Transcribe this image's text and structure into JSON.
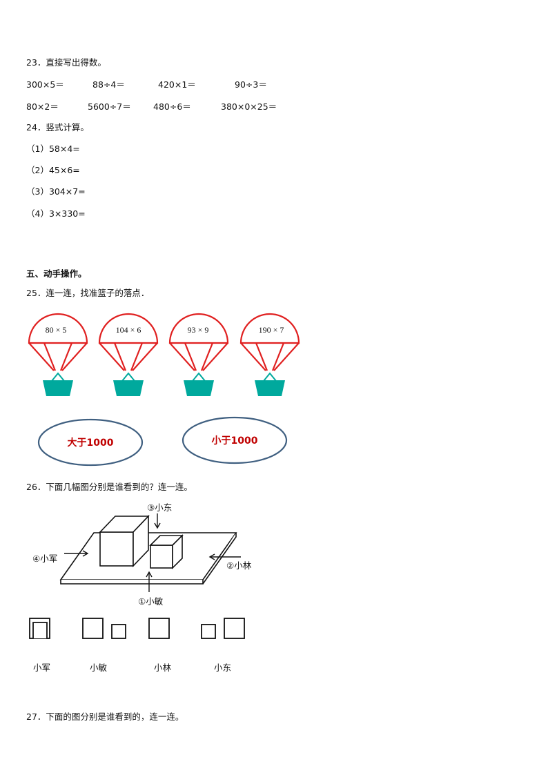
{
  "q23": {
    "title": "23．直接写出得数。",
    "row1": [
      "300×5＝",
      "88÷4＝",
      "420×1＝",
      "90÷3＝"
    ],
    "row2": [
      "80×2＝",
      "5600÷7＝",
      "480÷6＝",
      "380×0×25＝"
    ]
  },
  "q24": {
    "title": "24．竖式计算。",
    "items": [
      "（1）58×4=",
      "（2）45×6=",
      "（3）304×7=",
      "（4）3×330="
    ]
  },
  "section5": {
    "title": "五、动手操作。"
  },
  "q25": {
    "title": "25．连一连，找准篮子的落点．",
    "parachutes": [
      "80 × 5",
      "104 × 6",
      "93 × 9",
      "190 × 7"
    ],
    "ovals": [
      "大于1000",
      "小于1000"
    ],
    "colors": {
      "canopy": "#e02020",
      "basket": "#00a99d",
      "oval": "#3f5f80",
      "oval_text": "#c00000"
    }
  },
  "q26": {
    "title": "26．下面几幅图分别是谁看到的？连一连。",
    "viewers": [
      "③小东",
      "④小军",
      "②小林",
      "①小敏"
    ],
    "names": [
      "小军",
      "小敏",
      "小林",
      "小东"
    ]
  },
  "q27": {
    "title": "27．下面的图分别是谁看到的，连一连。"
  }
}
